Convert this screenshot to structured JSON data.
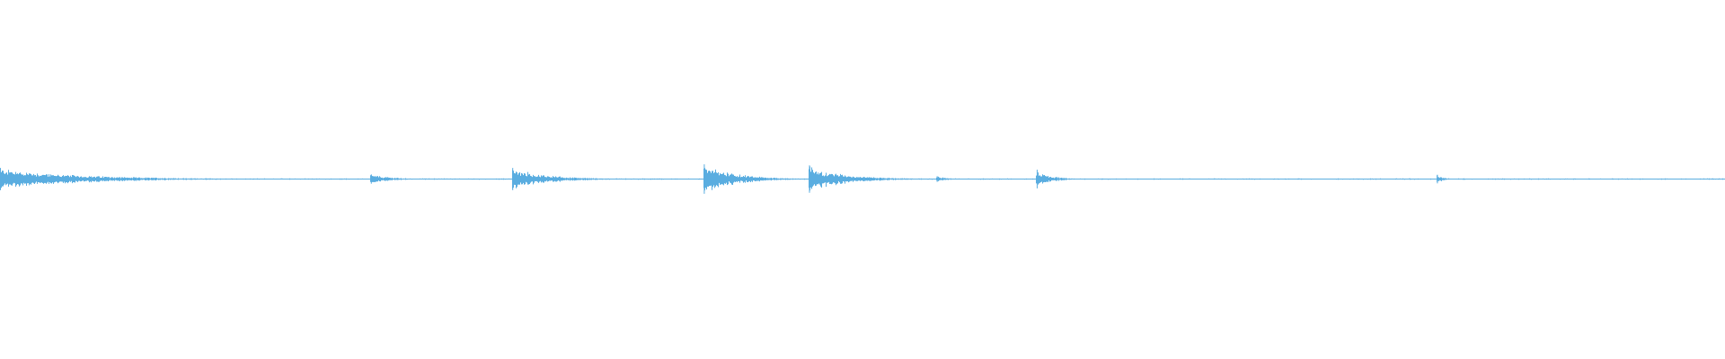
{
  "waveform": {
    "color": "#5aade0",
    "background": "#ffffff",
    "transients": [
      {
        "position": 0.0,
        "amplitude": 0.031,
        "decay": 0.045
      },
      {
        "position": 0.215,
        "amplitude": 0.013,
        "decay": 0.012
      },
      {
        "position": 0.297,
        "amplitude": 0.031,
        "decay": 0.02
      },
      {
        "position": 0.408,
        "amplitude": 0.041,
        "decay": 0.018
      },
      {
        "position": 0.469,
        "amplitude": 0.038,
        "decay": 0.02
      },
      {
        "position": 0.543,
        "amplitude": 0.008,
        "decay": 0.006
      },
      {
        "position": 0.601,
        "amplitude": 0.026,
        "decay": 0.008
      },
      {
        "position": 0.833,
        "amplitude": 0.012,
        "decay": 0.004
      }
    ],
    "noise_floor": 0.002
  }
}
